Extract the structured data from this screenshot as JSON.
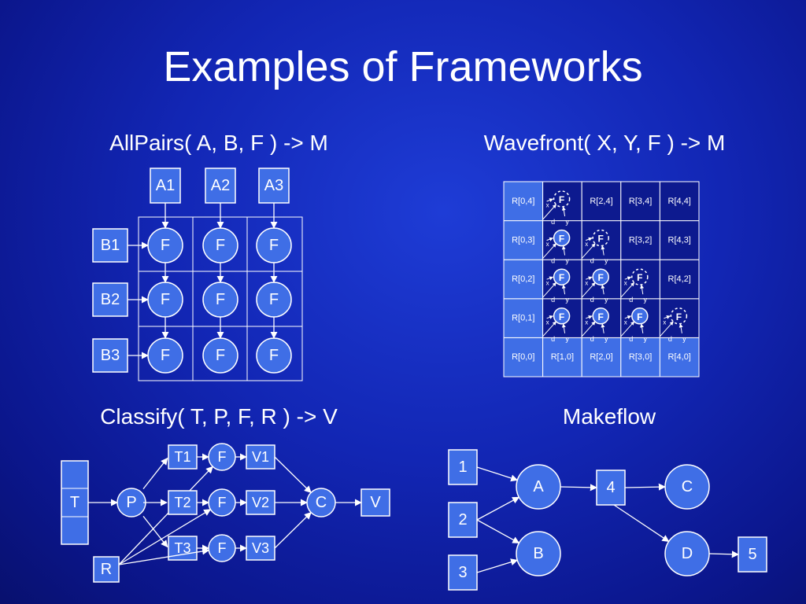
{
  "slide": {
    "title": "Examples of Frameworks"
  },
  "allpairs": {
    "heading": "AllPairs( A, B, F ) -> M",
    "a_labels": [
      "A1",
      "A2",
      "A3"
    ],
    "b_labels": [
      "B1",
      "B2",
      "B3"
    ],
    "function_label": "F"
  },
  "wavefront": {
    "heading": "Wavefront( X, Y, F ) -> M",
    "left_column": [
      "R[0,4]",
      "R[0,3]",
      "R[0,2]",
      "R[0,1]",
      "R[0,0]"
    ],
    "bottom_row": [
      "R[1,0]",
      "R[2,0]",
      "R[3,0]",
      "R[4,0]"
    ],
    "upper_cells": [
      "R[2,4]",
      "R[3,4]",
      "R[4,4]",
      "R[3,2]",
      "R[4,3]",
      "R[4,2]"
    ],
    "function_label": "F",
    "port_labels": {
      "x": "x",
      "y": "y",
      "d": "d"
    }
  },
  "classify": {
    "heading": "Classify( T, P, F, R ) -> V",
    "input": "T",
    "partition": "P",
    "training": [
      "T1",
      "T2",
      "T3"
    ],
    "function_label": "F",
    "votes": [
      "V1",
      "V2",
      "V3"
    ],
    "collector": "C",
    "output": "V",
    "reference": "R"
  },
  "makeflow": {
    "heading": "Makeflow",
    "files": [
      "1",
      "2",
      "3",
      "4",
      "5"
    ],
    "tasks": [
      "A",
      "B",
      "C",
      "D"
    ]
  },
  "colors": {
    "background": "#1226b4",
    "node_fill": "#3f6ee6",
    "box_fill": "#3f6ee6",
    "stroke": "#ffffff"
  }
}
